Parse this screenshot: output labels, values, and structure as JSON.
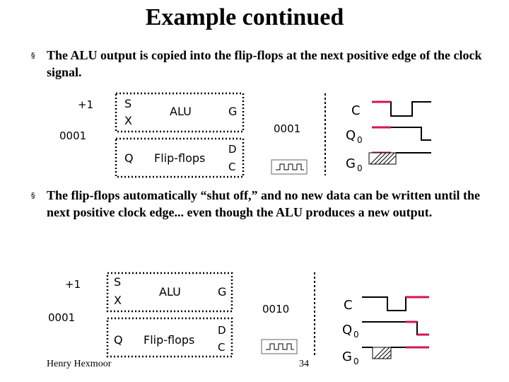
{
  "slide": {
    "title": "Example continued",
    "bullets": [
      "The ALU output is copied into the flip-flops at the next positive edge of the clock signal.",
      "The flip-flops automatically “shut off,” and no new data can be written until the next positive clock edge... even though the ALU produces a new output."
    ],
    "bullet_marker": "§",
    "footer_author": "Henry Hexmoor",
    "page_number": "34"
  },
  "diagram_top": {
    "plus_one": "+1",
    "alu_input_value": "0001",
    "alu_port_s": "S",
    "alu_port_x": "X",
    "alu_label": "ALU",
    "alu_port_g": "G",
    "ff_port_q": "Q",
    "ff_label": "Flip-flops",
    "ff_port_d": "D",
    "ff_port_c": "C",
    "alu_output_value": "0001",
    "signal_c": "C",
    "signal_q": "Q",
    "signal_q_sub": "0",
    "signal_g": "G",
    "signal_g_sub": "0"
  },
  "diagram_bottom": {
    "plus_one": "+1",
    "alu_input_value": "0001",
    "alu_port_s": "S",
    "alu_port_x": "X",
    "alu_label": "ALU",
    "alu_port_g": "G",
    "ff_port_q": "Q",
    "ff_label": "Flip-flops",
    "ff_port_d": "D",
    "ff_port_c": "C",
    "alu_output_value": "0010",
    "signal_c": "C",
    "signal_q": "Q",
    "signal_q_sub": "0",
    "signal_g": "G",
    "signal_g_sub": "0"
  },
  "colors": {
    "dashed_divider": "#000000",
    "waveform_highlight": "#d4145a",
    "waveform_trace": "#000000",
    "clock_icon_border": "#606060"
  },
  "icons": [
    "bullet-marker",
    "clock-waveform-icon",
    "timing-waveform",
    "hatched-unknown-region"
  ]
}
